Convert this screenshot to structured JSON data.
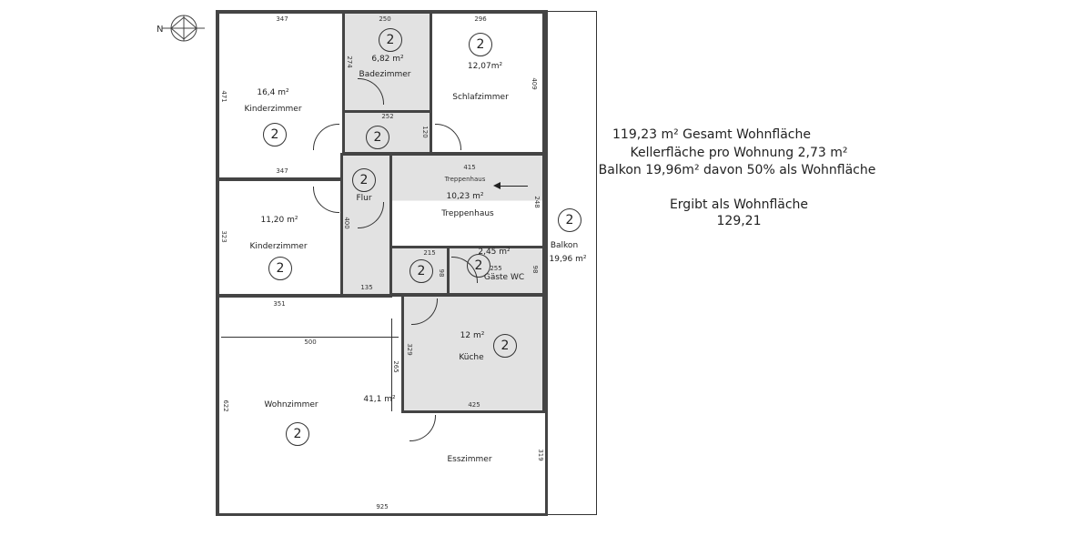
{
  "summary": {
    "total": "119,23 m² Gesamt Wohnfläche",
    "cellar": "Kellerfläche pro Wohnung 2,73 m²",
    "balcony": "Balkon 19,96m² davon 50% als Wohnfläche",
    "result_label": "Ergibt als Wohnfläche",
    "result_value": "129,21"
  },
  "badge": "2",
  "rooms": {
    "kinder1": {
      "name": "Kinderzimmer",
      "area": "16,4 m²",
      "dims": [
        "347",
        "471",
        "347"
      ]
    },
    "bad": {
      "name": "Badezimmer",
      "area": "6,82 m²",
      "dims": [
        "250",
        "274"
      ]
    },
    "schlaf": {
      "name": "Schlafzimmer",
      "area": "12,07m²",
      "dims": [
        "296",
        "409"
      ]
    },
    "diele": {
      "dims": [
        "252",
        "120"
      ]
    },
    "flur": {
      "name": "Flur",
      "dims": [
        "400",
        "135"
      ]
    },
    "treppe": {
      "name": "Treppenhaus",
      "sub_label": "Treppenhaus",
      "area": "10,23 m²",
      "dims": [
        "415",
        "248"
      ]
    },
    "kinder2": {
      "name": "Kinderzimmer",
      "area": "11,20 m²",
      "dims": [
        "323",
        "351"
      ]
    },
    "abstell": {
      "dims": [
        "215",
        "98"
      ]
    },
    "wc": {
      "name": "Gäste WC",
      "area": "2,45 m²",
      "dims": [
        "255",
        "98"
      ]
    },
    "kueche": {
      "name": "Küche",
      "area": "12 m²",
      "dims": [
        "329",
        "425"
      ]
    },
    "wohn": {
      "name": "Wohnzimmer",
      "area": "41,1 m²",
      "dims": [
        "500",
        "622",
        "265",
        "925"
      ]
    },
    "ess": {
      "name": "Esszimmer",
      "dims": [
        "319"
      ]
    },
    "balkon": {
      "name": "Balkon",
      "area": "19,96 m²"
    }
  },
  "compass_icon": "north-arrow-icon"
}
